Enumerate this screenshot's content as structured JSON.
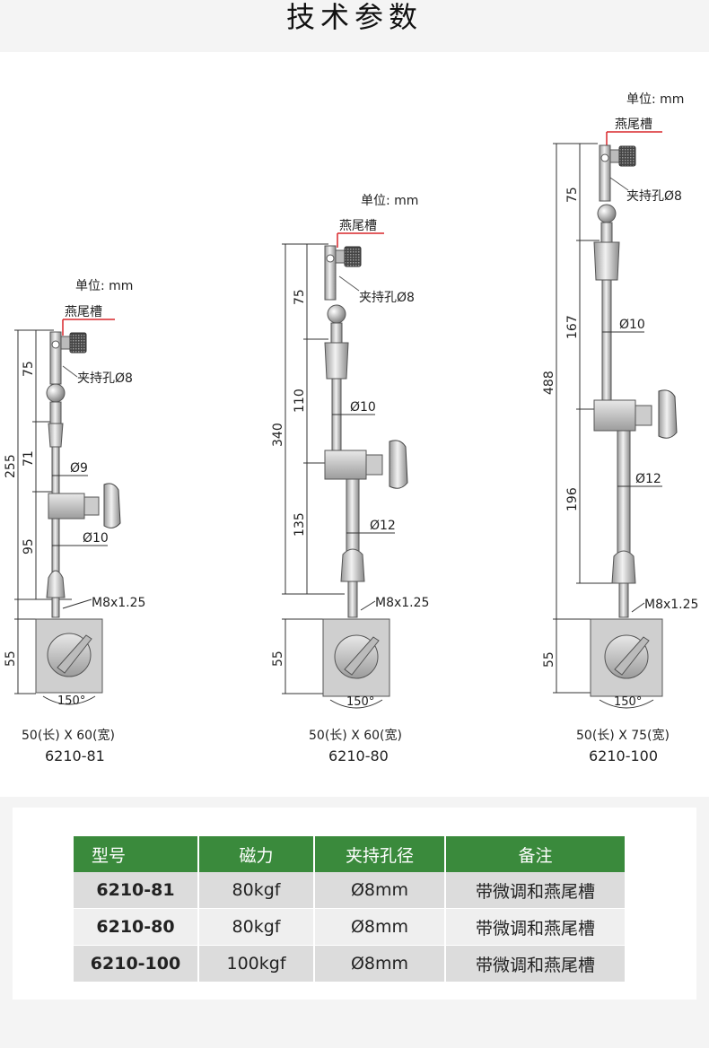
{
  "page": {
    "title": "技术参数"
  },
  "diagrams": [
    {
      "unit": "单位: mm",
      "dovetail": "燕尾槽",
      "clamp_hole": "夹持孔Ø8",
      "total": "255",
      "segments": [
        "75",
        "71",
        "95"
      ],
      "rod_diameters": [
        "Ø9",
        "Ø10"
      ],
      "thread": "M8x1.25",
      "base_height": "55",
      "angle": "150°",
      "base_size": "50(长) X 60(宽)",
      "model": "6210-81"
    },
    {
      "unit": "单位: mm",
      "dovetail": "燕尾槽",
      "clamp_hole": "夹持孔Ø8",
      "total": "340",
      "segments": [
        "75",
        "110",
        "135"
      ],
      "rod_diameters": [
        "Ø10",
        "Ø12"
      ],
      "thread": "M8x1.25",
      "base_height": "55",
      "angle": "150°",
      "base_size": "50(长) X 60(宽)",
      "model": "6210-80"
    },
    {
      "unit": "单位: mm",
      "dovetail": "燕尾槽",
      "clamp_hole": "夹持孔Ø8",
      "total": "488",
      "segments": [
        "75",
        "167",
        "196"
      ],
      "rod_diameters": [
        "Ø10",
        "Ø12"
      ],
      "thread": "M8x1.25",
      "base_height": "55",
      "angle": "150°",
      "base_size": "50(长) X 75(宽)",
      "model": "6210-100"
    }
  ],
  "table": {
    "headers": [
      "型号",
      "磁力",
      "夹持孔径",
      "备注"
    ],
    "rows": [
      [
        "6210-81",
        "80kgf",
        "Ø8mm",
        "带微调和燕尾槽"
      ],
      [
        "6210-80",
        "80kgf",
        "Ø8mm",
        "带微调和燕尾槽"
      ],
      [
        "6210-100",
        "100kgf",
        "Ø8mm",
        "带微调和燕尾槽"
      ]
    ]
  },
  "colors": {
    "accent_green": "#3a8a3c",
    "dovetail_red": "#d9262a"
  }
}
